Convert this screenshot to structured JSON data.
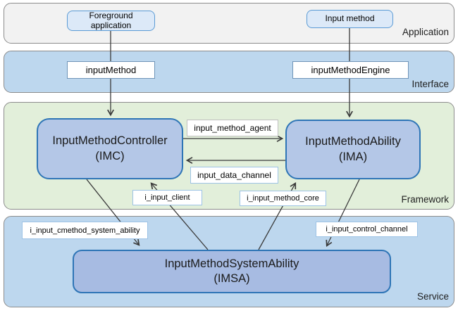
{
  "layers": {
    "application": "Application",
    "interface": "Interface",
    "framework": "Framework",
    "service": "Service"
  },
  "nodes": {
    "foreground_application": "Foreground application",
    "input_method": "Input method",
    "input_method_api": "inputMethod",
    "input_method_engine_api": "inputMethodEngine",
    "imc_name": "InputMethodController",
    "imc_abbr": "(IMC)",
    "ima_name": "InputMethodAbility",
    "ima_abbr": "(IMA)",
    "imsa_name": "InputMethodSystemAbility",
    "imsa_abbr": "(IMSA)"
  },
  "connectors": {
    "input_method_agent": "input_method_agent",
    "input_data_channel": "input_data_channel",
    "i_input_client": "i_input_client",
    "i_input_method_core": "i_input_method_core",
    "i_input_cmethod_system_ability": "i_input_cmethod_system_ability",
    "i_input_control_channel": "i_input_control_channel"
  },
  "colors": {
    "application_band": "#f2f2f2",
    "interface_band": "#bdd7ee",
    "framework_band": "#e2efda",
    "service_band": "#bdd7ee",
    "app_node_fill": "#dce9f8",
    "app_node_border": "#5b9bd5",
    "big_node_fill": "#b4c7e7",
    "big_node_border": "#2e75b6",
    "imsa_fill": "#a7bbe2",
    "connector_line": "#3a3a3a"
  }
}
